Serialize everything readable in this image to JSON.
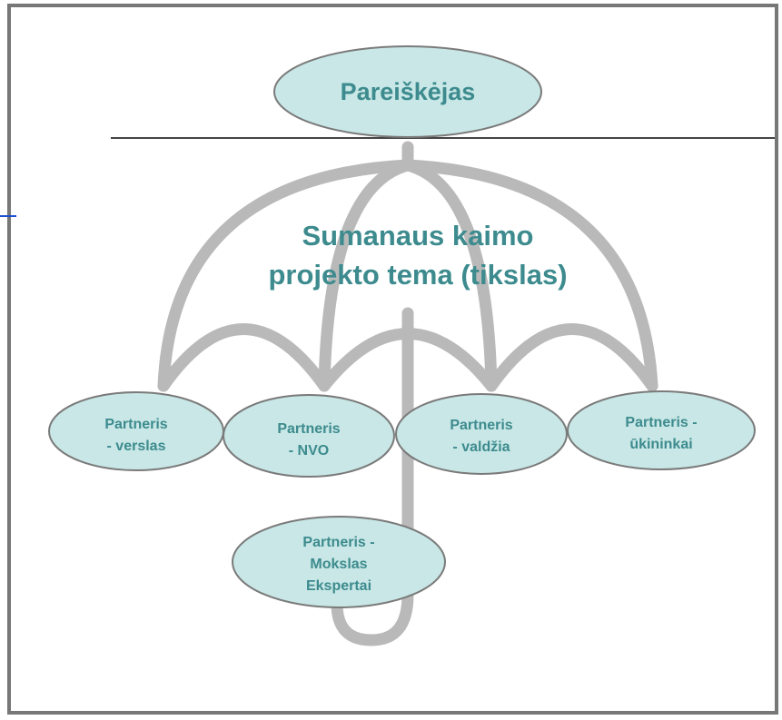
{
  "colors": {
    "node_fill": "#c8e7e6",
    "node_stroke": "#7a7a7a",
    "umbrella": "#b9b9b9",
    "text": "#3d8b8e",
    "frame": "#777777",
    "divider": "#444444",
    "accent_line": "#1f4fd1"
  },
  "applicant": "Pareiškėjas",
  "theme": {
    "line1": "Sumanaus kaimo",
    "line2": "projekto tema (tikslas)"
  },
  "partners": {
    "verslas": [
      "Partneris",
      "- verslas"
    ],
    "nvo": [
      "Partneris",
      "- NVO"
    ],
    "valdzia": [
      "Partneris",
      "- valdžia"
    ],
    "ukininkai": [
      "Partneris -",
      "ūkininkai"
    ],
    "mokslas": [
      "Partneris -",
      "Mokslas",
      "Ekspertai"
    ]
  }
}
